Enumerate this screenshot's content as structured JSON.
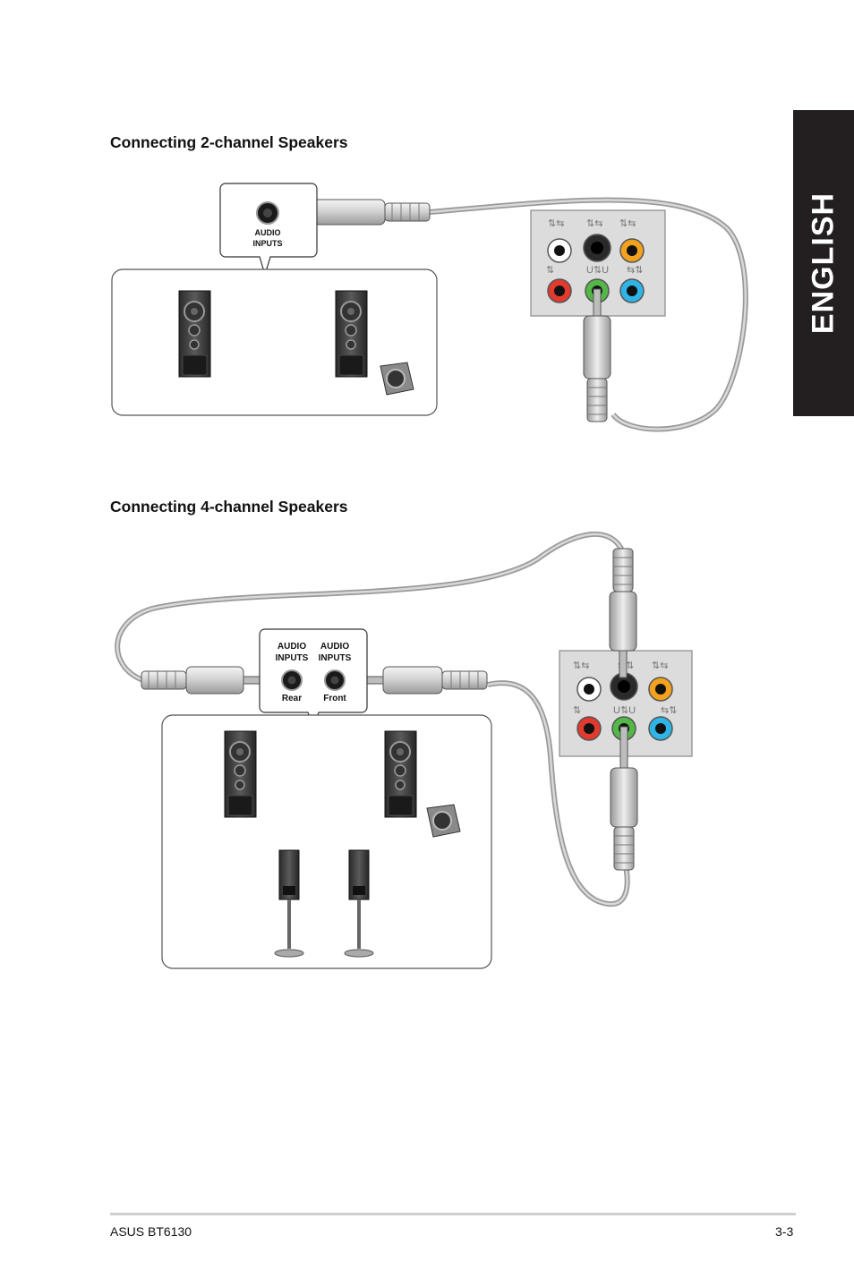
{
  "side_tab": {
    "label": "ENGLISH"
  },
  "sections": [
    {
      "title": "Connecting 2-channel Speakers",
      "callout_labels": [
        "AUDIO",
        "INPUTS"
      ]
    },
    {
      "title": "Connecting 4-channel Speakers",
      "callout_labels": {
        "left": [
          "AUDIO",
          "INPUTS"
        ],
        "right": [
          "AUDIO",
          "INPUTS"
        ],
        "left_caption": "Rear",
        "right_caption": "Front"
      }
    }
  ],
  "footer": {
    "left": "ASUS BT6130",
    "right": "3-3"
  },
  "colors": {
    "jack_orange": "#f2a21d",
    "jack_red": "#e23a2e",
    "jack_green": "#53b847",
    "jack_blue": "#2fb4e6",
    "panel_gray": "#dcdcdc",
    "side_tab_bg": "#231f20"
  }
}
